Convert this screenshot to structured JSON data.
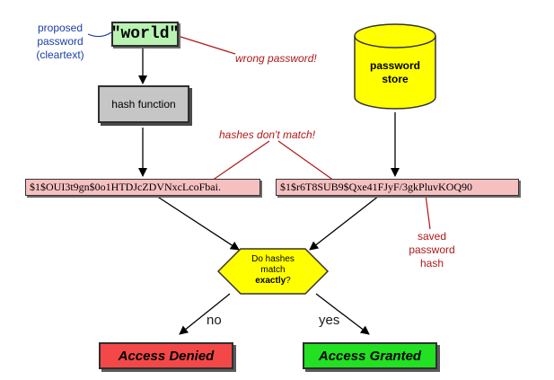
{
  "notes": {
    "proposed": [
      "proposed",
      "password",
      "(cleartext)"
    ],
    "wrong_password": "wrong password!",
    "hashes_dont_match": "hashes don't match!",
    "saved_hash": [
      "saved",
      "password",
      "hash"
    ]
  },
  "password_input": "\"world\"",
  "hash_function": "hash function",
  "password_store": [
    "password",
    "store"
  ],
  "computed_hash": "$1$OUI3t9gn$0o1HTDJcZDVNxcLcoFbai.",
  "stored_hash": "$1$r6T8SUB9$Qxe41FJyF/3gkPluvKOQ90",
  "decision": {
    "line1": "Do hashes",
    "line2": "match",
    "line3_bold": "exactly",
    "line3_end": "?"
  },
  "branches": {
    "no": "no",
    "yes": "yes"
  },
  "outcomes": {
    "denied": "Access Denied",
    "granted": "Access Granted"
  },
  "colors": {
    "password_box": "#b9f3b3",
    "hash_box": "#f6c0c0",
    "store": "#ffff00",
    "decision": "#ffff00",
    "denied": "#f44848",
    "granted": "#22e022",
    "annotation_red": "#b01818",
    "annotation_blue": "#1a3ea8"
  }
}
